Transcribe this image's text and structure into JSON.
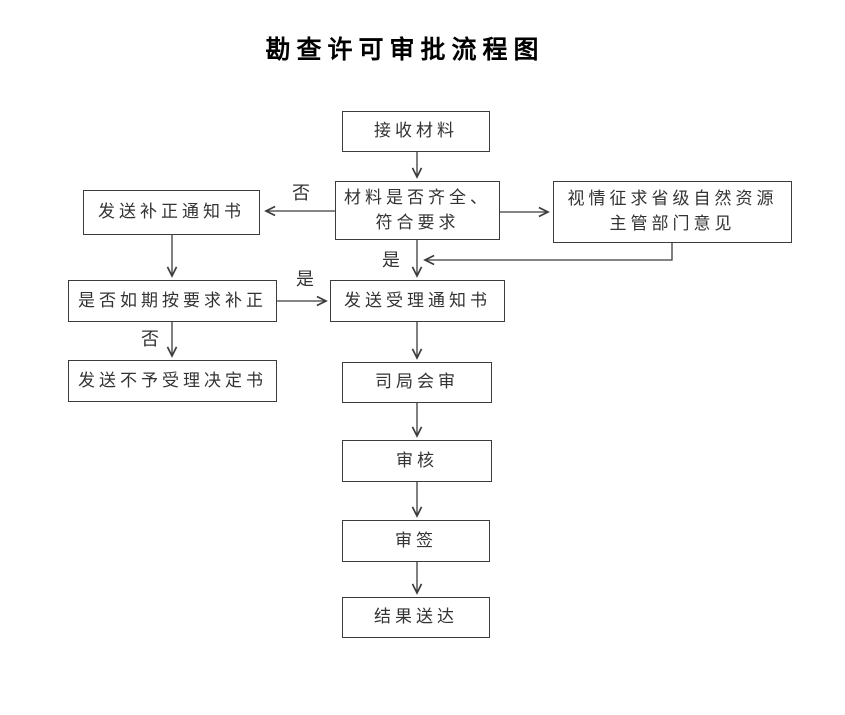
{
  "title": "勘查许可审批流程图",
  "colors": {
    "line": "#3c3c3c",
    "text": "#333333",
    "background": "#ffffff"
  },
  "nodes": {
    "receive": {
      "label": "接收材料"
    },
    "check": {
      "line1": "材料是否齐全、",
      "line2": "符合要求"
    },
    "consult": {
      "line1": "视情征求省级自然资源",
      "line2": "主管部门意见"
    },
    "correction_notice": {
      "label": "发送补正通知书"
    },
    "correction_check": {
      "label": "是否如期按要求补正"
    },
    "reject_decision": {
      "label": "发送不予受理决定书"
    },
    "acceptance_notice": {
      "label": "发送受理通知书"
    },
    "joint_review": {
      "label": "司局会审"
    },
    "review": {
      "label": "审核"
    },
    "sign": {
      "label": "审签"
    },
    "deliver": {
      "label": "结果送达"
    }
  },
  "edge_labels": {
    "check_no": "否",
    "check_yes": "是",
    "correction_yes": "是",
    "correction_no": "否"
  }
}
